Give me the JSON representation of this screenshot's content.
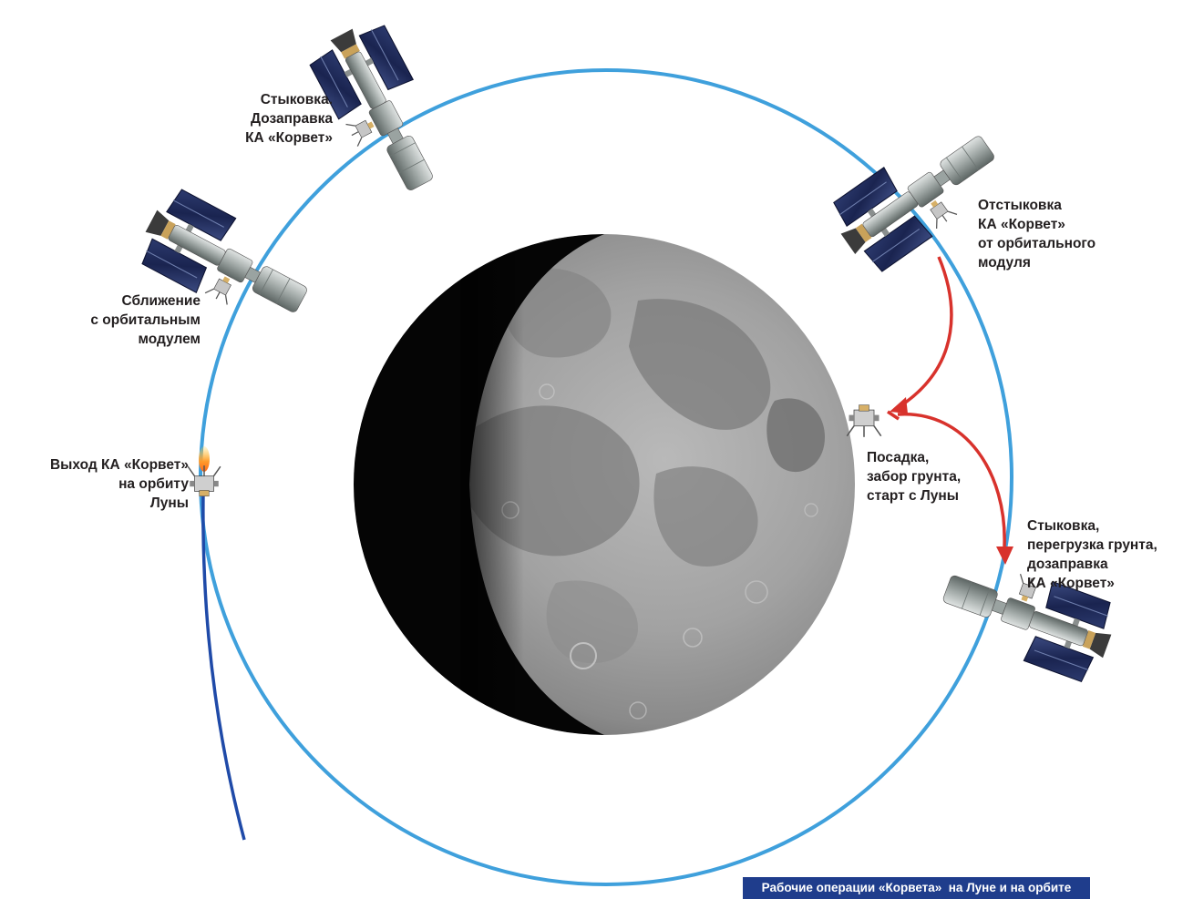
{
  "labels": {
    "docking_refuel": [
      "Стыковка.",
      "Дозаправка",
      "КА «Корвет»"
    ],
    "undocking": [
      "Отстыковка",
      "КА «Корвет»",
      "от орбитального",
      "модуля"
    ],
    "approach": [
      "Сближение",
      "с орбитальным",
      "модулем"
    ],
    "orbit_entry": [
      "Выход КА «Корвет»",
      "на орбиту",
      "Луны"
    ],
    "landing": [
      "Посадка,",
      "забор грунта,",
      "старт с Луны"
    ],
    "docking_transfer": [
      "Стыковка,",
      "перегрузка грунта,",
      "дозаправка",
      "КА «Корвет»"
    ]
  },
  "caption": "Рабочие операции «Корвета»  на Луне и на орбите",
  "colors": {
    "orbit": "#3fa0dc",
    "approach_trajectory": "#1f4aa8",
    "transfer_arrows": "#d8322c",
    "caption_bg": "#1f3d8c",
    "text": "#231f20"
  },
  "icons": {
    "moon": "moon-phase-illustration",
    "spacecraft": "orbital-module-with-solar-panels",
    "lander": "korvet-lander-icon"
  }
}
